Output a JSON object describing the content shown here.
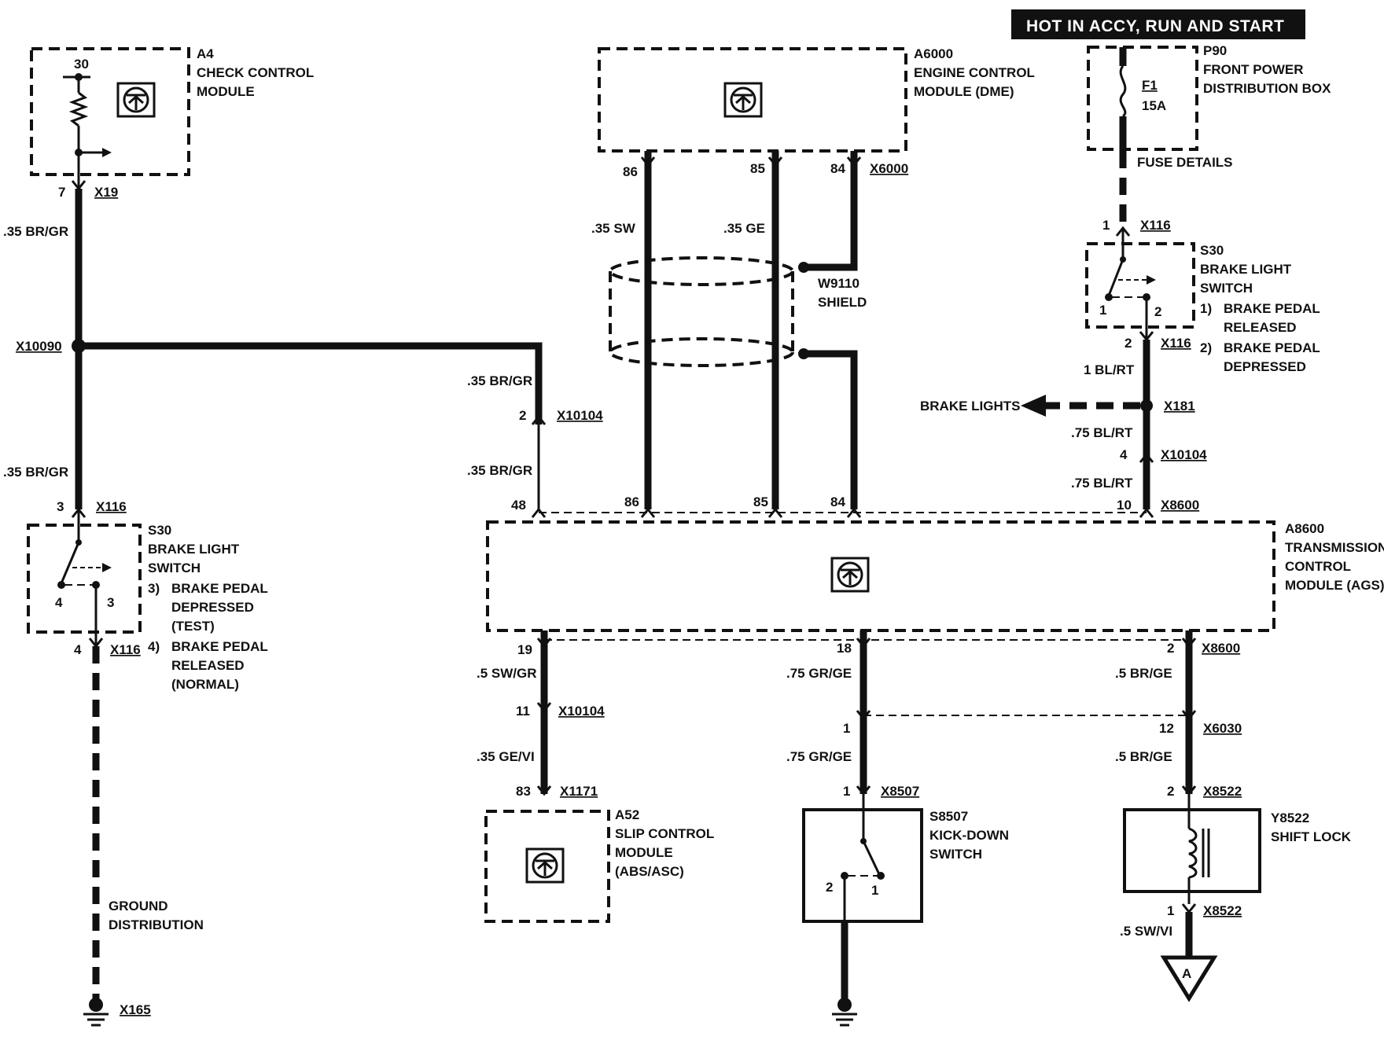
{
  "hot_banner": "HOT IN ACCY, RUN AND START",
  "components": {
    "a4": {
      "id": "A4",
      "line1": "CHECK CONTROL",
      "line2": "MODULE",
      "pin_top": "30"
    },
    "a6000": {
      "id": "A6000",
      "line1": "ENGINE CONTROL",
      "line2": "MODULE (DME)"
    },
    "p90": {
      "id": "P90",
      "line1": "FRONT POWER",
      "line2": "DISTRIBUTION BOX",
      "fuse_id": "F1",
      "fuse_rating": "15A"
    },
    "s30_right": {
      "id": "S30",
      "line1": "BRAKE LIGHT",
      "line2": "SWITCH",
      "n1": "1)",
      "n1a": "BRAKE PEDAL",
      "n1b": "RELEASED",
      "n2": "2)",
      "n2a": "BRAKE PEDAL",
      "n2b": "DEPRESSED",
      "pin_a": "1",
      "pin_b": "2"
    },
    "s30_left": {
      "id": "S30",
      "line1": "BRAKE LIGHT",
      "line2": "SWITCH",
      "n3": "3)",
      "n3a": "BRAKE PEDAL",
      "n3b": "DEPRESSED",
      "n3c": "(TEST)",
      "n4": "4)",
      "n4a": "BRAKE PEDAL",
      "n4b": "RELEASED",
      "n4c": "(NORMAL)",
      "pin_a": "4",
      "pin_b": "3"
    },
    "a8600": {
      "id": "A8600",
      "line1": "TRANSMISSION",
      "line2": "CONTROL",
      "line3": "MODULE (AGS)"
    },
    "a52": {
      "id": "A52",
      "line1": "SLIP CONTROL",
      "line2": "MODULE",
      "line3": "(ABS/ASC)"
    },
    "s8507": {
      "id": "S8507",
      "line1": "KICK-DOWN",
      "line2": "SWITCH",
      "pin_a": "2",
      "pin_b": "1"
    },
    "y8522": {
      "id": "Y8522",
      "line1": "SHIFT LOCK"
    },
    "w9110": {
      "id": "W9110",
      "line1": "SHIELD"
    }
  },
  "connectors": {
    "x19": "X19",
    "x6000": "X6000",
    "x116": "X116",
    "x10090": "X10090",
    "x10104": "X10104",
    "x181": "X181",
    "x8600": "X8600",
    "x1171": "X1171",
    "x8507": "X8507",
    "x6030": "X6030",
    "x8522": "X8522",
    "x165": "X165"
  },
  "wires": {
    "br_gr": ".35 BR/GR",
    "sw": ".35 SW",
    "ge": ".35 GE",
    "bl_rt_1": "1 BL/RT",
    "bl_rt_75": ".75 BL/RT",
    "sw_gr": ".5 SW/GR",
    "ge_vi": ".35 GE/VI",
    "gr_ge": ".75 GR/GE",
    "br_ge": ".5 BR/GE",
    "sw_vi": ".5 SW/VI"
  },
  "pins": {
    "p7": "7",
    "p86": "86",
    "p85": "85",
    "p84": "84",
    "p1": "1",
    "p2": "2",
    "p3": "3",
    "p4": "4",
    "p48": "48",
    "p10": "10",
    "p19": "19",
    "p18": "18",
    "p11": "11",
    "p12": "12",
    "p83": "83"
  },
  "labels": {
    "fuse_details": "FUSE DETAILS",
    "brake_lights": "BRAKE LIGHTS",
    "ground_1": "GROUND",
    "ground_2": "DISTRIBUTION",
    "arrow_ref": "A"
  }
}
